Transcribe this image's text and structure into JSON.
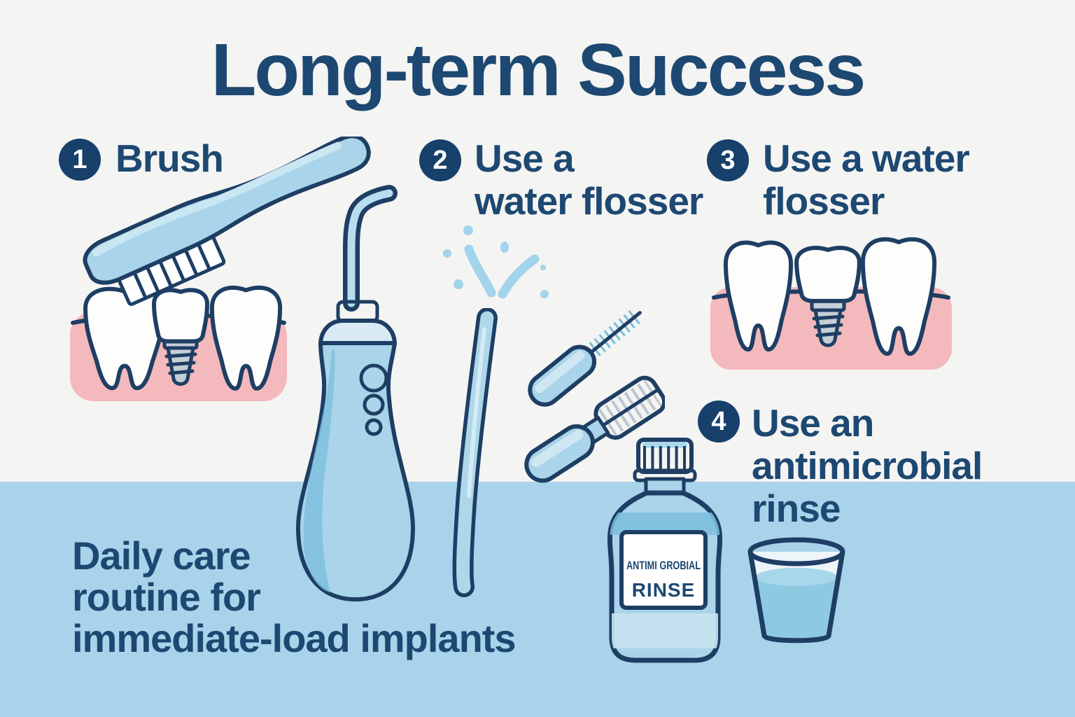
{
  "title": "Long-term Success",
  "steps": [
    {
      "number": "1",
      "lines": [
        "Brush"
      ]
    },
    {
      "number": "2",
      "lines": [
        "Use a",
        "water flosser"
      ]
    },
    {
      "number": "3",
      "lines": [
        "Use a water",
        "flosser"
      ]
    },
    {
      "number": "4",
      "lines": [
        "Use an",
        "antimicrobial",
        "rinse"
      ]
    }
  ],
  "footer": {
    "lines": [
      "Daily care",
      "routine for",
      "immediate-load implants"
    ]
  },
  "bottle": {
    "label_line1": "ANTIMI GROBIAL",
    "label_line2": "RINSE"
  },
  "illustrations": {
    "step1": "toothbrush-brushing-teeth-with-implant",
    "step2": "cordless-water-flosser-with-spray-and-floss-pick",
    "step2b": "interdental-brushes",
    "step3": "teeth-row-with-implant-in-gums",
    "step4": "antimicrobial-rinse-bottle-and-cup"
  },
  "colors": {
    "navy": "#1d4872",
    "outline": "#1e3e64",
    "badge": "#17406b",
    "light-blue": "#a9d4e9",
    "mid-blue": "#7cbedd",
    "pale-blue": "#d9eaf4",
    "droplet": "#a2d4ec",
    "gum-pink": "#f4b9bc",
    "implant-gray": "#c6cfd7",
    "tooth-white": "#fdfdfc",
    "bg-top": "#f4f4f2",
    "bg-bottom": "#a8d3ea",
    "liquid-blue": "#8ec9e2"
  }
}
